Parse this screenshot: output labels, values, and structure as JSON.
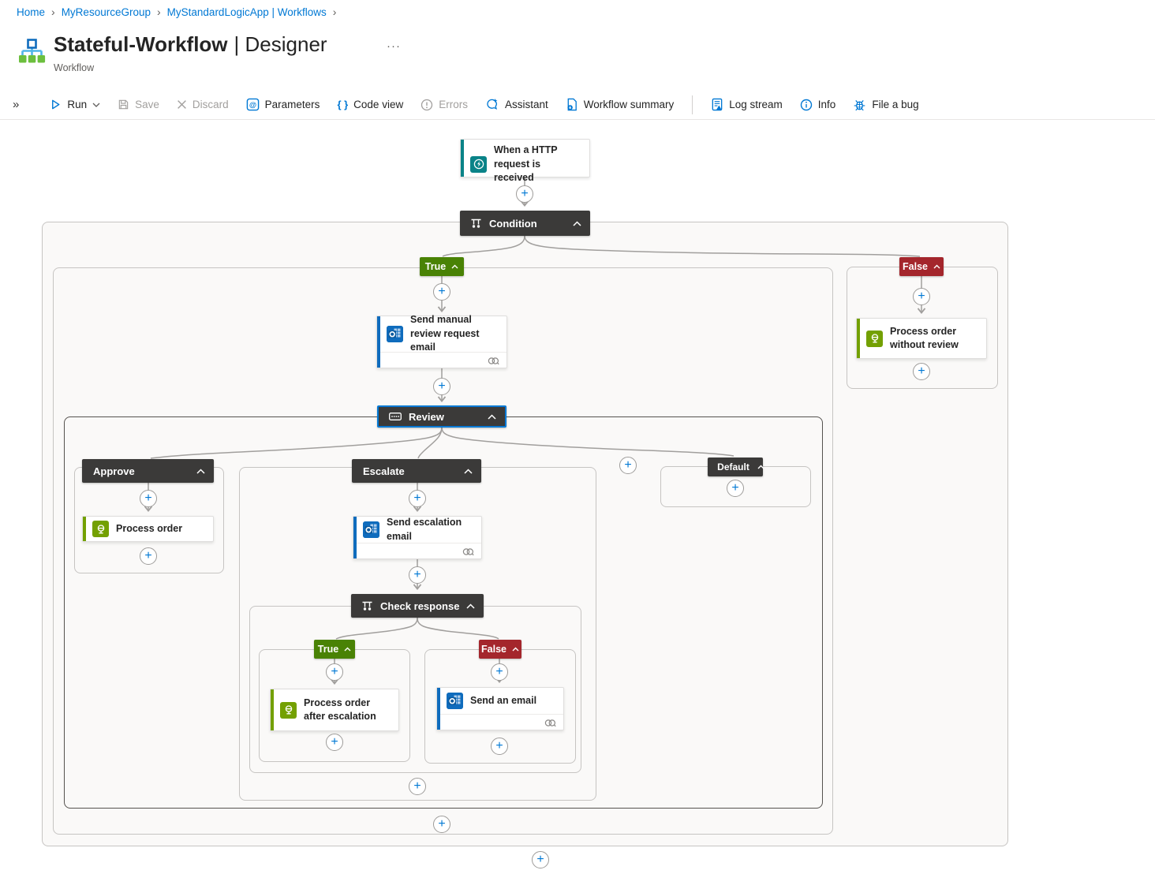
{
  "breadcrumb": {
    "items": [
      "Home",
      "MyResourceGroup",
      "MyStandardLogicApp | Workflows"
    ],
    "separator": "›"
  },
  "header": {
    "title": "Stateful-Workflow",
    "view_label": "| Designer",
    "more": "···",
    "subtitle": "Workflow"
  },
  "toolbar": {
    "collapse": "»",
    "run": "Run",
    "save": "Save",
    "discard": "Discard",
    "parameters": "Parameters",
    "code_view": "Code view",
    "errors": "Errors",
    "assistant": "Assistant",
    "workflow_summary": "Workflow summary",
    "log_stream": "Log stream",
    "info": "Info",
    "file_a_bug": "File a bug"
  },
  "icons": {
    "plus": "+",
    "at": "@",
    "braces": "{ }",
    "exclaim": "!",
    "info_i": "i",
    "close": "✕"
  },
  "workflow": {
    "trigger_title": "When a HTTP request is received",
    "condition_label": "Condition",
    "true_label": "True",
    "false_label": "False",
    "send_manual_review_title": "Send manual review request email",
    "review_label": "Review",
    "approve_label": "Approve",
    "escalate_label": "Escalate",
    "default_label": "Default",
    "process_order_title": "Process order",
    "send_escalation_title": "Send escalation email",
    "check_response_label": "Check response",
    "check_true_label": "True",
    "check_false_label": "False",
    "process_order_after_title": "Process order after escalation",
    "send_an_email_title": "Send an email",
    "process_order_without_title": "Process order without review"
  },
  "colors": {
    "accent_blue": "#0078d4",
    "outlook_blue": "#0f6cbd",
    "teal": "#0a8388",
    "green": "#73a002",
    "true_badge": "#498205",
    "false_badge": "#a4262c",
    "node_dark": "#3b3a39"
  }
}
